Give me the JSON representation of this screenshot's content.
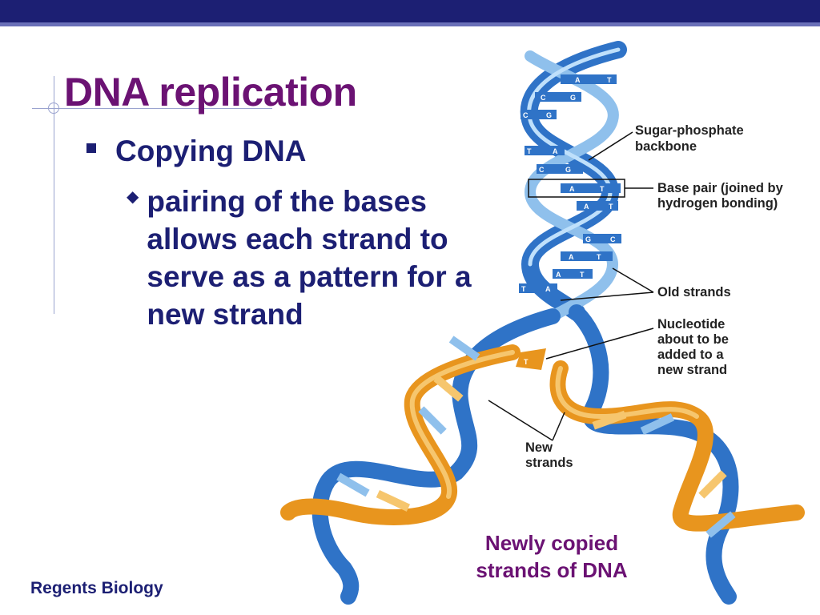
{
  "slide": {
    "title": "DNA replication",
    "bullet1": "Copying DNA",
    "bullet2": "pairing of the bases allows each strand to serve as a pattern for a new strand",
    "footer": "Regents Biology",
    "caption_line1": "Newly copied",
    "caption_line2": "strands of DNA"
  },
  "diagram": {
    "labels": {
      "backbone_1": "Sugar-phosphate",
      "backbone_2": "backbone",
      "basepair_1": "Base pair (joined by",
      "basepair_2": "hydrogen bonding)",
      "old_strands": "Old strands",
      "nucleotide_1": "Nucleotide",
      "nucleotide_2": "about to be",
      "nucleotide_3": "added to a",
      "nucleotide_4": "new strand",
      "new_strands_1": "New",
      "new_strands_2": "strands"
    },
    "base_pairs": [
      {
        "left": "A",
        "right": "T"
      },
      {
        "left": "C",
        "right": "G"
      },
      {
        "left": "C",
        "right": "G"
      },
      {
        "left": "T",
        "right": "A"
      },
      {
        "left": "C",
        "right": "G"
      },
      {
        "left": "A",
        "right": "T"
      },
      {
        "left": "A",
        "right": "T"
      },
      {
        "left": "G",
        "right": "C"
      },
      {
        "left": "A",
        "right": "T"
      },
      {
        "left": "A",
        "right": "T"
      },
      {
        "left": "T",
        "right": "A"
      }
    ],
    "free_nucleotide": "T",
    "colors": {
      "old_strand": "#2f73c7",
      "old_strand_light": "#8fc0ec",
      "new_strand": "#e8951e",
      "new_strand_light": "#f6c66e",
      "leader_line": "#111111"
    }
  }
}
